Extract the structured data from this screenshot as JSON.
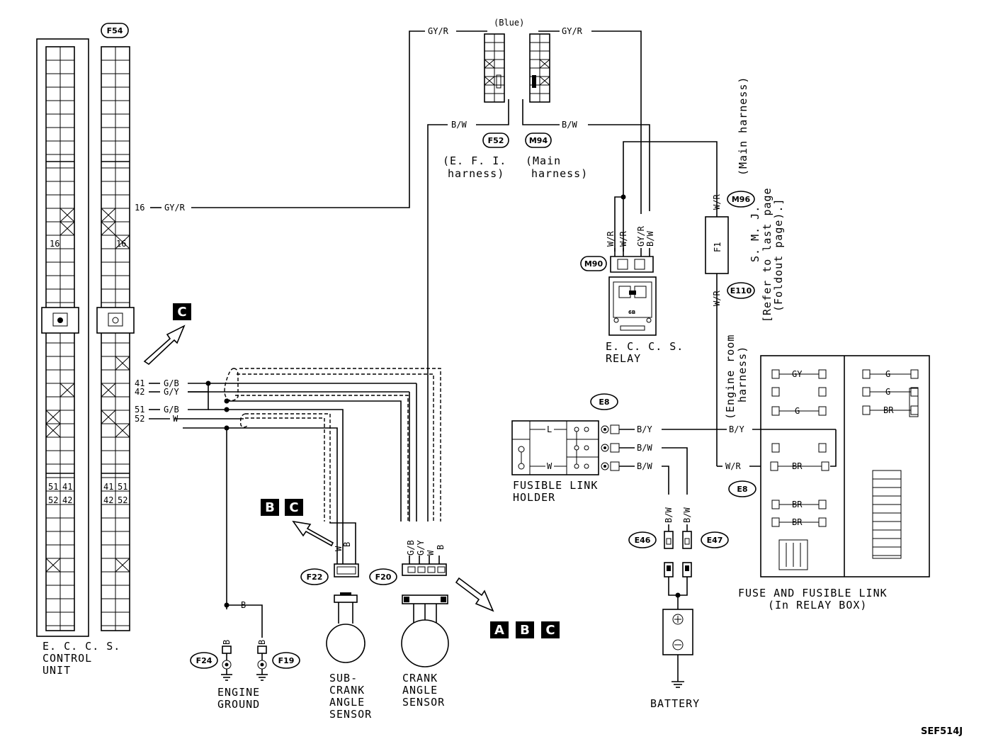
{
  "ecu": {
    "connector_id": "F54",
    "label_lines": [
      "E. C. C. S.",
      "CONTROL",
      "UNIT"
    ],
    "pins_left": [
      "16",
      "51",
      "41",
      "52",
      "42"
    ],
    "pins_right": [
      "16",
      "41",
      "51",
      "42",
      "52"
    ]
  },
  "wires": {
    "w16": "16",
    "w16_color": "GY/R",
    "w41": "41",
    "w41_color": "G/B",
    "w42": "42",
    "w42_color": "G/Y",
    "w51": "51",
    "w51_color": "G/B",
    "w52": "52",
    "w52_color": "W",
    "gyr_top_left": "GY/R",
    "gyr_top_right": "GY/R",
    "bw_left": "B/W",
    "bw_right": "B/W",
    "blue": "(Blue)",
    "wr1": "W/R",
    "wr2": "W/R",
    "wr3": "W/R",
    "wr4": "W/R",
    "wr5": "W/R",
    "gyr_relay": "GY/R",
    "bw_relay": "B/W",
    "by_fusible": "B/Y",
    "by_relaybox": "B/Y",
    "bw_fl1": "B/W",
    "bw_fl2": "B/W",
    "bw_bat1": "B/W",
    "bw_bat2": "B/W",
    "wr_relaybox": "W/R",
    "b_ground": "B",
    "b_g24": "B",
    "b_g19": "B",
    "sub_w": "W",
    "sub_b": "B",
    "cr_gb": "G/B",
    "cr_gy": "G/Y",
    "cr_w": "W",
    "cr_b": "B"
  },
  "connectors": {
    "f52": "F52",
    "m94": "M94",
    "m96": "M96",
    "m90": "M90",
    "e110": "E110",
    "e8a": "E8",
    "e8b": "E8",
    "e46": "E46",
    "e47": "E47",
    "f22": "F22",
    "f20": "F20",
    "f24": "F24",
    "f19": "F19",
    "f1": "F1"
  },
  "harness": {
    "efi_line1": "(E. F. I.",
    "efi_line2": "harness)",
    "main_line1": "(Main",
    "main_line2": "harness)",
    "main_vert": "(Main harness)",
    "smj_vert1": "S. M. J.",
    "smj_vert2": "[Refer to last page",
    "smj_vert3": "(Foldout page).]",
    "engine_room": "(Engine room harness)"
  },
  "components": {
    "eccs_relay_1": "E. C. C. S.",
    "eccs_relay_2": "RELAY",
    "fusible_1": "FUSIBLE LINK",
    "fusible_2": "HOLDER",
    "fusible_L": "L",
    "fusible_W": "W",
    "engine_ground_1": "ENGINE",
    "engine_ground_2": "GROUND",
    "sub_crank_1": "SUB-",
    "sub_crank_2": "CRANK",
    "sub_crank_3": "ANGLE",
    "sub_crank_4": "SENSOR",
    "crank_1": "CRANK",
    "crank_2": "ANGLE",
    "crank_3": "SENSOR",
    "battery": "BATTERY",
    "relay_box_1": "FUSE AND FUSIBLE LINK",
    "relay_box_2": "(In RELAY BOX)",
    "rb_gy": "GY",
    "rb_g1": "G",
    "rb_g2": "G",
    "rb_g3": "G",
    "rb_br1": "BR",
    "rb_br2": "BR",
    "rb_br3": "BR",
    "rb_br4": "BR",
    "relay_inner": "6B"
  },
  "refs": {
    "c_top": "C",
    "bc_1": "B",
    "bc_2": "C",
    "abc_1": "A",
    "abc_2": "B",
    "abc_3": "C"
  },
  "figure_code": "SEF514J"
}
